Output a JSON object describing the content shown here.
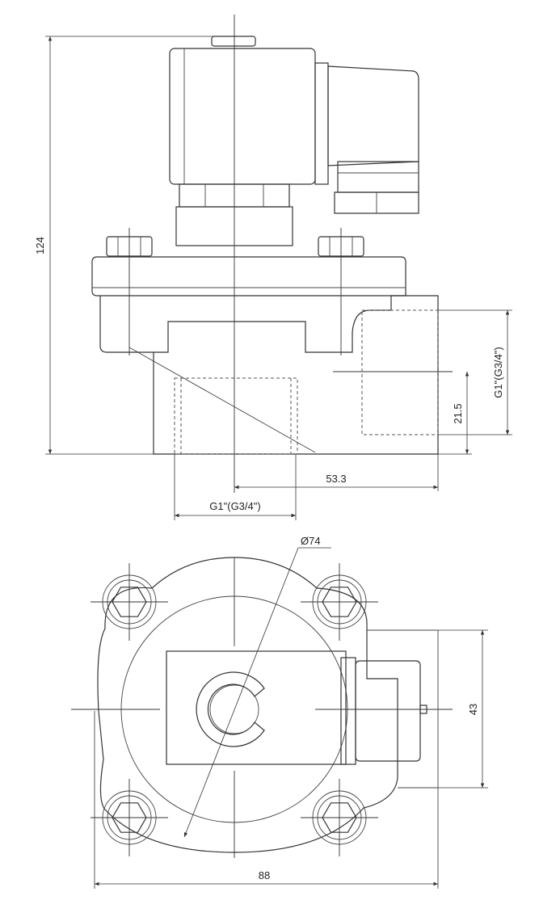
{
  "side_view": {
    "height_overall": "124",
    "port_right": "G1\"(G3/4\")",
    "port_height": "21.5",
    "offset_width": "53.3",
    "port_bottom": "G1\"(G3/4\")"
  },
  "top_view": {
    "diameter": "Ø74",
    "coil_width": "43",
    "overall_width": "88"
  }
}
